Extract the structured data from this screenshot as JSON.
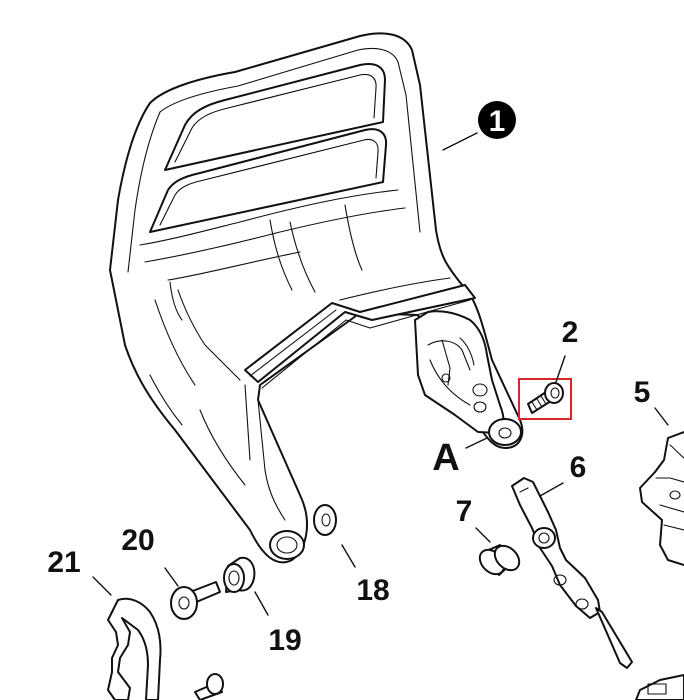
{
  "callouts": {
    "main_part": "1",
    "screw": "2",
    "bracket_right": "5",
    "lever": "6",
    "bushing": "7",
    "washer": "18",
    "spacer": "19",
    "bolt": "20",
    "spring_clip": "21",
    "view_marker": "A"
  },
  "colors": {
    "line": "#111111",
    "highlight": "#d9262b",
    "callout_disc": "#000000"
  },
  "highlighted_callout": "2"
}
